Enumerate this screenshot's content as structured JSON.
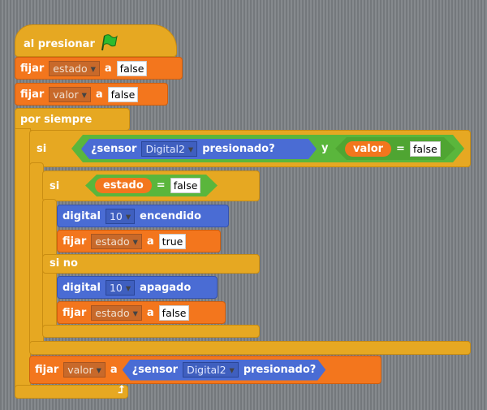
{
  "hat": {
    "label": "al presionar",
    "icon": "green-flag-icon"
  },
  "set1": {
    "cmd": "fijar",
    "var": "estado",
    "a": "a",
    "value": "false"
  },
  "set2": {
    "cmd": "fijar",
    "var": "valor",
    "a": "a",
    "value": "false"
  },
  "forever": {
    "label": "por siempre"
  },
  "if_outer": {
    "label": "si",
    "sensor_pre": "¿sensor",
    "sensor": "Digital2",
    "sensor_post": "presionado?",
    "and": "y",
    "var": "valor",
    "eq": "=",
    "value": "false"
  },
  "if_inner": {
    "label": "si",
    "var": "estado",
    "eq": "=",
    "value": "false",
    "else": "si no"
  },
  "d_on": {
    "cmd": "digital",
    "pin": "10",
    "state": "encendido"
  },
  "set3": {
    "cmd": "fijar",
    "var": "estado",
    "a": "a",
    "value": "true"
  },
  "d_off": {
    "cmd": "digital",
    "pin": "10",
    "state": "apagado"
  },
  "set4": {
    "cmd": "fijar",
    "var": "estado",
    "a": "a",
    "value": "false"
  },
  "set5": {
    "cmd": "fijar",
    "var": "valor",
    "a": "a",
    "sensor_pre": "¿sensor",
    "sensor": "Digital2",
    "sensor_post": "presionado?"
  },
  "colors": {
    "control": "#e6a822",
    "variables": "#f3761d",
    "motion": "#4a6cd4",
    "operators": "#5ab63c"
  }
}
